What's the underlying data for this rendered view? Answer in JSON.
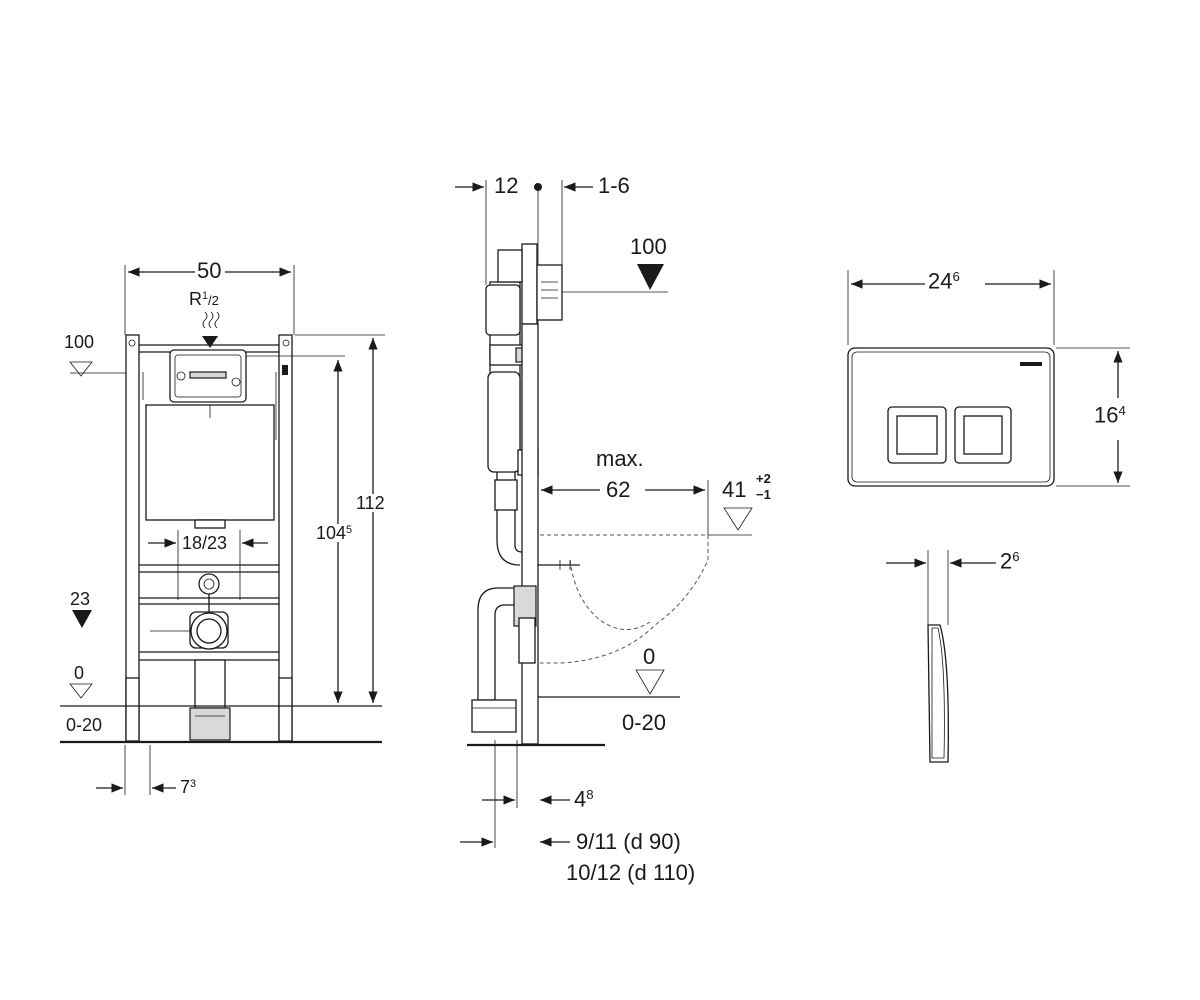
{
  "front_view": {
    "width": "50",
    "connection_base": "R",
    "connection_sup": "1",
    "connection_sub": "/2",
    "level_top": "100",
    "level_23": "23",
    "level_0": "0",
    "floor_range": "0-20",
    "spacing": "18/23",
    "height_total": "112",
    "height_main": "104",
    "height_main_sup": "5",
    "leg": "7",
    "leg_sup": "3"
  },
  "side_view": {
    "depth_top": "12",
    "depth_adjust": "1-6",
    "level_top": "100",
    "max_label": "max.",
    "bowl_projection": "62",
    "seat_height": "41",
    "seat_tol_plus": "+2",
    "seat_tol_minus": "−1",
    "level_0": "0",
    "floor_range": "0-20",
    "offset": "4",
    "offset_sup": "8",
    "pipe_d90": "9/11 (d 90)",
    "pipe_d110": "10/12 (d 110)"
  },
  "flush_plate": {
    "width": "24",
    "width_sup": "6",
    "height": "16",
    "height_sup": "4",
    "thickness": "2",
    "thickness_sup": "6"
  }
}
